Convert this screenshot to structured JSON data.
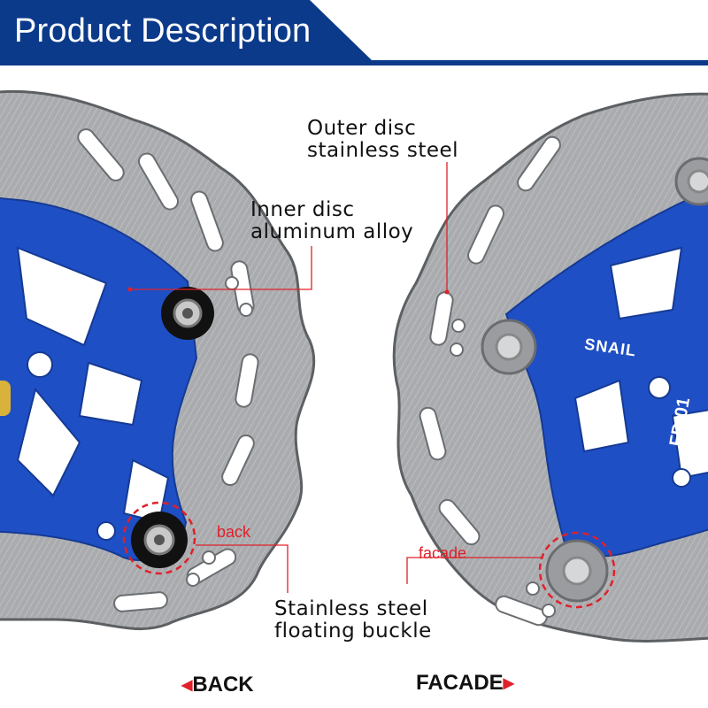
{
  "header": {
    "title": "Product Description",
    "color": "#0c3a8a"
  },
  "callouts": {
    "outer_disc": [
      "Outer disc",
      "stainless steel"
    ],
    "inner_disc": [
      "Inner disc",
      "aluminum alloy"
    ],
    "buckle": [
      "Stainless steel",
      "floating buckle"
    ]
  },
  "tags": {
    "back": "back",
    "facade": "facade"
  },
  "labels": {
    "back": "BACK",
    "facade": "FACADE"
  },
  "disc_markings": {
    "brand": "SNAIL",
    "model": "FD-01"
  },
  "colors": {
    "spider_blue": "#1f4fc4",
    "steel": "#a9abae",
    "accent_red": "#e0202a"
  }
}
